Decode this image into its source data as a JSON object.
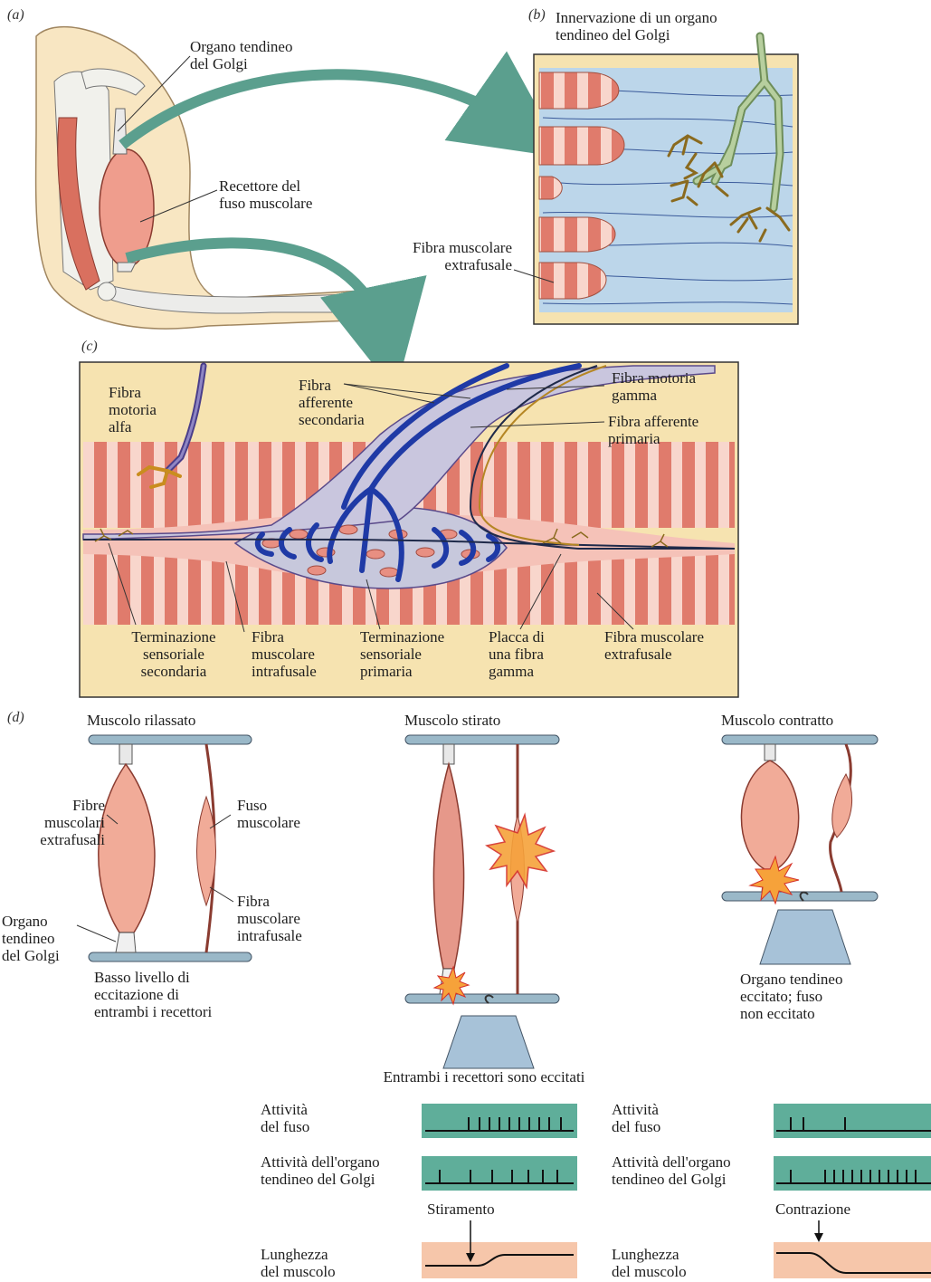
{
  "panel_a": {
    "tag": "(a)",
    "golgi_organ": "Organo tendineo\ndel Golgi",
    "spindle_receptor": "Recettore del\nfuso muscolare"
  },
  "panel_b": {
    "tag": "(b)",
    "title": "Innervazione di un organo\ntendineo del Golgi",
    "extrafusal": "Fibra muscolare\nextrafusale"
  },
  "panel_c": {
    "tag": "(c)",
    "alpha": "Fibra\nmotoria\nalfa",
    "secondary_afferent": "Fibra\nafferente\nsecondaria",
    "gamma_motor": "Fibra motoria\ngamma",
    "primary_afferent": "Fibra afferente\nprimaria",
    "secondary_ending": "Terminazione\nsensoriale\nsecondaria",
    "intrafusal": "Fibra\nmuscolare\nintrafusale",
    "primary_ending": "Terminazione\nsensoriale\nprimaria",
    "gamma_plate": "Placca di\nuna fibra\ngamma",
    "extrafusal": "Fibra muscolare\nextrafusale"
  },
  "panel_d": {
    "tag": "(d)",
    "relaxed": "Muscolo rilassato",
    "stretched": "Muscolo stirato",
    "contracted": "Muscolo contratto",
    "extrafusal_fibers": "Fibre\nmuscolari\nextrafusali",
    "spindle": "Fuso\nmuscolare",
    "intrafusal_fiber": "Fibra\nmuscolare\nintrafusale",
    "golgi": "Organo\ntendineo\ndel Golgi",
    "low_excitation": "Basso livello di\neccitazione di\nentrambi i recettori",
    "both_excited": "Entrambi i recettori sono eccitati",
    "tendon_excited": "Organo tendineo\neccitato; fuso\nnon eccitato"
  },
  "recordings": {
    "spindle_activity": "Attività\ndel fuso",
    "golgi_activity": "Attività dell'organo\ntendineo del Golgi",
    "stretch": "Stiramento",
    "contraction": "Contrazione",
    "muscle_length": "Lunghezza\ndel muscolo"
  },
  "colors": {
    "panel_bg": "#f6e3b0",
    "muscle_red": "#e28577",
    "muscle_light": "#f7d2c8",
    "fiber_blue": "#b9d6ea",
    "nerve_green": "#b7cf9e",
    "trace_teal": "#5fae9a",
    "length_bg": "#f6c6aa",
    "arrow_teal": "#5b9f8e",
    "axon_blue": "#1f3aa6"
  }
}
